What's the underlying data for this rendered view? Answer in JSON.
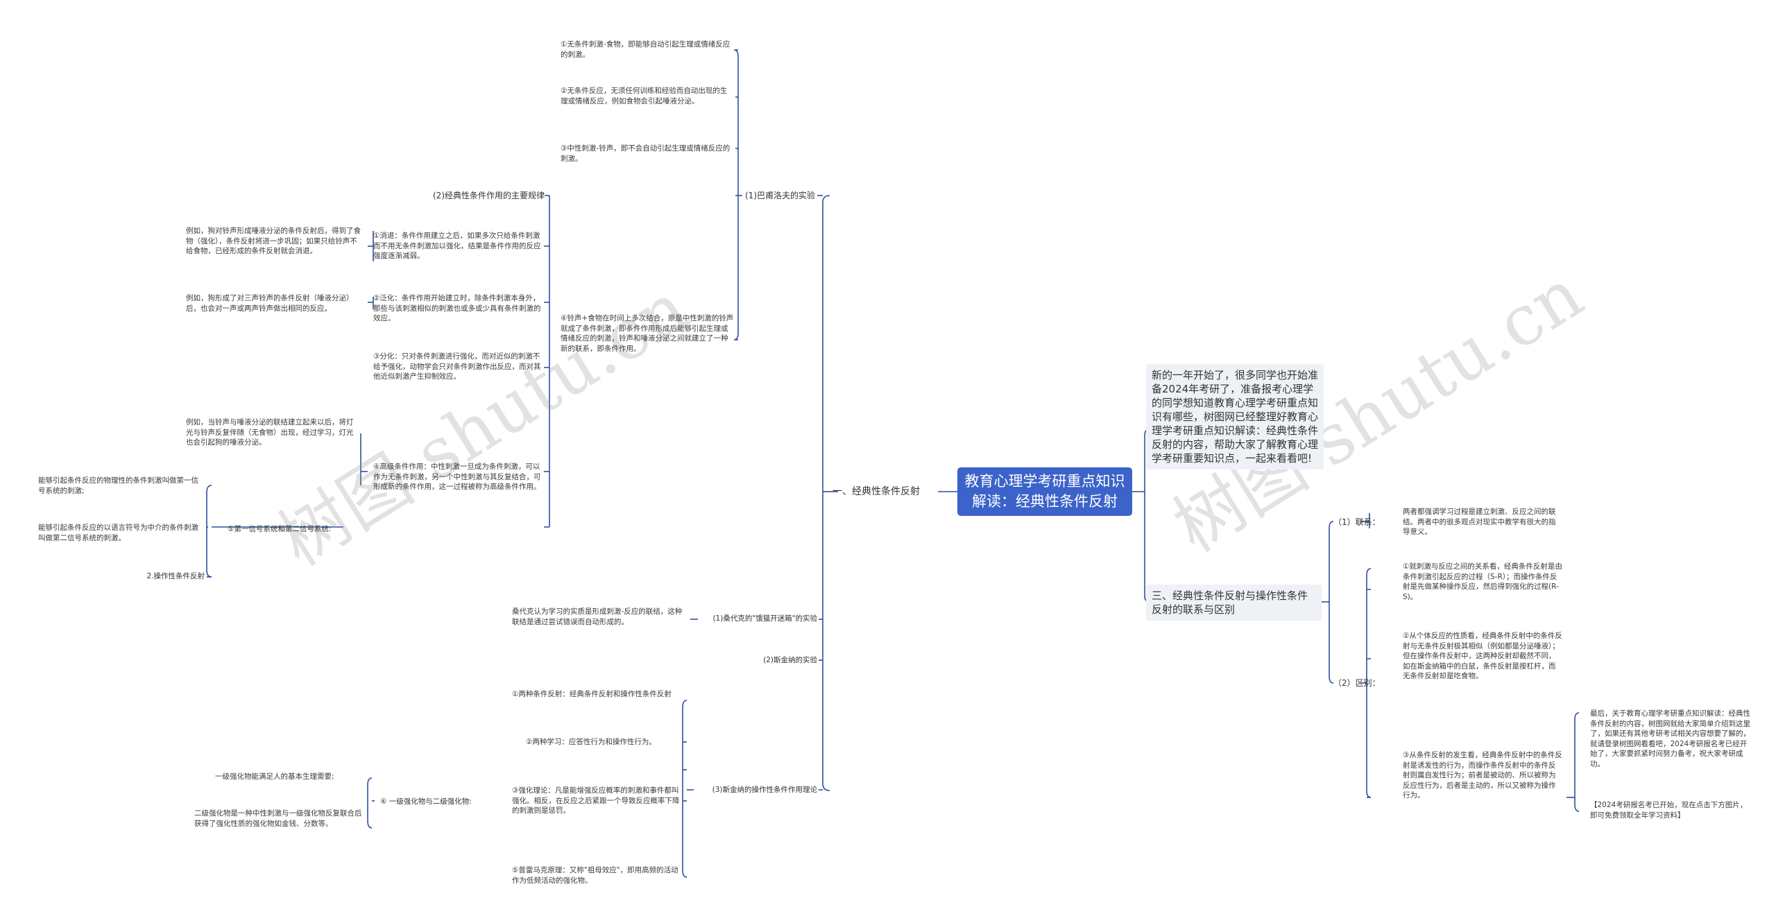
{
  "root": "教育心理学考研重点知识解读：经典性条件反射",
  "watermark": "树图 shutu.cn",
  "right": {
    "intro": "新的一年开始了，很多同学也开始准备2024年考研了，准备报考心理学的同学想知道教育心理学考研重点知识有哪些，树图网已经整理好教育心理学考研重点知识解读：经典性条件反射的内容，帮助大家了解教育心理学考研重要知识点，一起来看看吧!",
    "branch3": "三、经典性条件反射与操作性条件反射的联系与区别",
    "lianxi": "（1）联系：",
    "lianxi_text": "两者都强调学习过程是建立刺激、反应之间的联结。两者中的很多观点对现实中教学有很大的指导意义。",
    "qubie": "（2）区别：",
    "qubie_1": "①就刺激与反应之间的关系看，经典条件反射是由条件刺激引起反应的过程（S-R）；而操作条件反射是先做某种操作反应，然后得到强化的过程(R-S)。",
    "qubie_2": "②从个体反应的性质看，经典条件反射中的条件反射与无条件反射极其相似（例如都是分泌唾液）；但在操作条件反射中，这两种反射却截然不同，如在斯金纳箱中的白鼠，条件反射是按杠杆，而无条件反射却是吃食物。",
    "qubie_3": "③从条件反射的发生看，经典条件反射中的条件反射是诱发性的行为，而操作条件反射中的条件反射则属自发性行为；前者是被动的、所以被称为反应性行为，后者是主动的，所以又被称为操作行为。",
    "end_text": "最后，关于教育心理学考研重点知识解读：经典性条件反射的内容，树图网就给大家简单介绍到这里了，如果还有其他考研考试相关内容想要了解的，就请登录树图网看看吧，2024考研报名考已经开始了，大家要抓紧时间努力备考，祝大家考研成功。",
    "end_link": "【2024考研报名考已开始，现在点击下方图片，即可免费领取全年学习资料】"
  },
  "left": {
    "branch1": "一、经典性条件反射",
    "pavlov": "(1)巴甫洛夫的实验",
    "p1": "①无条件刺激-食物，即能够自动引起生理或情绪反应的刺激。",
    "p2": "②无条件反应，无须任何训练和经验而自动出现的生理或情绪反应，例如食物会引起唾液分泌。",
    "p3": "③中性刺激-铃声，即不会自动引起生理或情绪反应的刺激。",
    "p4": "④铃声+食物在时间上多次结合，原是中性刺激的铃声就成了条件刺激，即条件作用形成后能够引起生理或情绪反应的刺激，铃声和唾液分泌之间就建立了一种新的联系，即条件作用。",
    "laws": "(2)经典性条件作用的主要规律",
    "l1": "①消退：条件作用建立之后，如果多次只给条件刺激而不用无条件刺激加以强化，结果是条件作用的反应强度逐渐减弱。",
    "l1e": "例如，狗对铃声形成唾液分泌的条件反射后，得到了食物（强化），条件反射将进一步巩固；如果只给铃声不给食物，已经形成的条件反射就会消退。",
    "l2": "②泛化：条件作用开始建立时，除条件刺激本身外，那些与该刺激相似的刺激也或多或少具有条件刺激的效应。",
    "l2e": "例如，狗形成了对三声铃声的条件反射（唾液分泌）后，也会对一声或两声铃声做出相同的反应。",
    "l3": "③分化：只对条件刺激进行强化，而对近似的刺激不给予强化，动物学会只对条件刺激作出反应，而对其他近似刺激产生抑制效应。",
    "l4": "④高级条件作用：中性刺激一旦成为条件刺激，可以作为无条件刺激，另一个中性刺激与其反复结合，可形成新的条件作用，这一过程被称为高级条件作用。",
    "l4e": "例如，当铃声与唾液分泌的联结建立起来以后，将灯光与铃声反复伴随（无食物）出现，经过学习，灯光也会引起狗的唾液分泌。",
    "l5": "⑤第一信号系统和第二信号系统:",
    "l5a": "能够引起条件反应的物理性的条件刺激叫做第一信号系统的刺激;",
    "l5b": "能够引起条件反应的以语言符号为中介的条件刺激叫做第二信号系统的刺激。",
    "op_title": "2.操作性条件反射",
    "thorndike": "(1)桑代克的\"饿猫开迷箱\"的实验",
    "thorndike_text": "桑代克认为学习的实质是形成刺激-反应的联结，这种联结是通过尝试错误而自动形成的。",
    "skinner_exp": "(2)斯金纳的实验",
    "skinner_theory": "(3)斯金纳的操作性条件作用理论",
    "s1": "①两种条件反射：经典条件反射和操作性条件反射",
    "s2": "②两种学习：应答性行为和操作性行为。",
    "s3": "③强化理论：凡是能增强反应概率的刺激和事件都叫强化。相反，在反应之后紧跟一个导致反应概率下降的刺激则是惩罚。",
    "s4": "④ 一级强化物与二级强化物:",
    "s4a": "一级强化物能满足人的基本生理需要;",
    "s4b": "二级强化物是一种中性刺激与一级强化物反复联合后获得了强化性质的强化物如金钱、分数等。",
    "s5": "⑤普雷马克原理：又称\"祖母效应\"，即用高频的活动作为低频活动的强化物。"
  },
  "colors": {
    "line": "#2f4f9c",
    "root_bg": "#3b63c9",
    "box_bg": "#eef1f6"
  }
}
